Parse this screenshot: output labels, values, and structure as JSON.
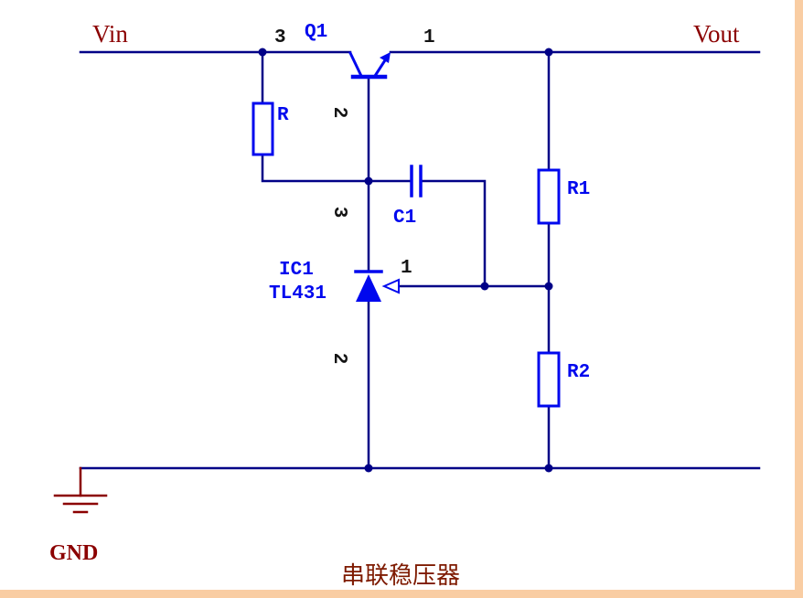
{
  "diagram": {
    "title": "串联稳压器",
    "net_labels": {
      "vin": "Vin",
      "vout": "Vout",
      "gnd": "GND"
    },
    "components": {
      "q1": {
        "designator": "Q1",
        "pins": {
          "collector": "3",
          "emitter": "1",
          "base": "2"
        }
      },
      "r": {
        "designator": "R"
      },
      "c1": {
        "designator": "C1"
      },
      "ic1": {
        "designator": "IC1",
        "part": "TL431",
        "pins": {
          "cathode": "3",
          "ref": "1",
          "anode": "2"
        }
      },
      "r1": {
        "designator": "R1"
      },
      "r2": {
        "designator": "R2"
      }
    },
    "colors": {
      "wire": "#000087",
      "component": "#0008EE",
      "net_label": "#8B0000",
      "pin_number": "#141414",
      "title": "#7E1A00",
      "border": "#F9CDA3",
      "background": "#FFFFFF"
    }
  }
}
